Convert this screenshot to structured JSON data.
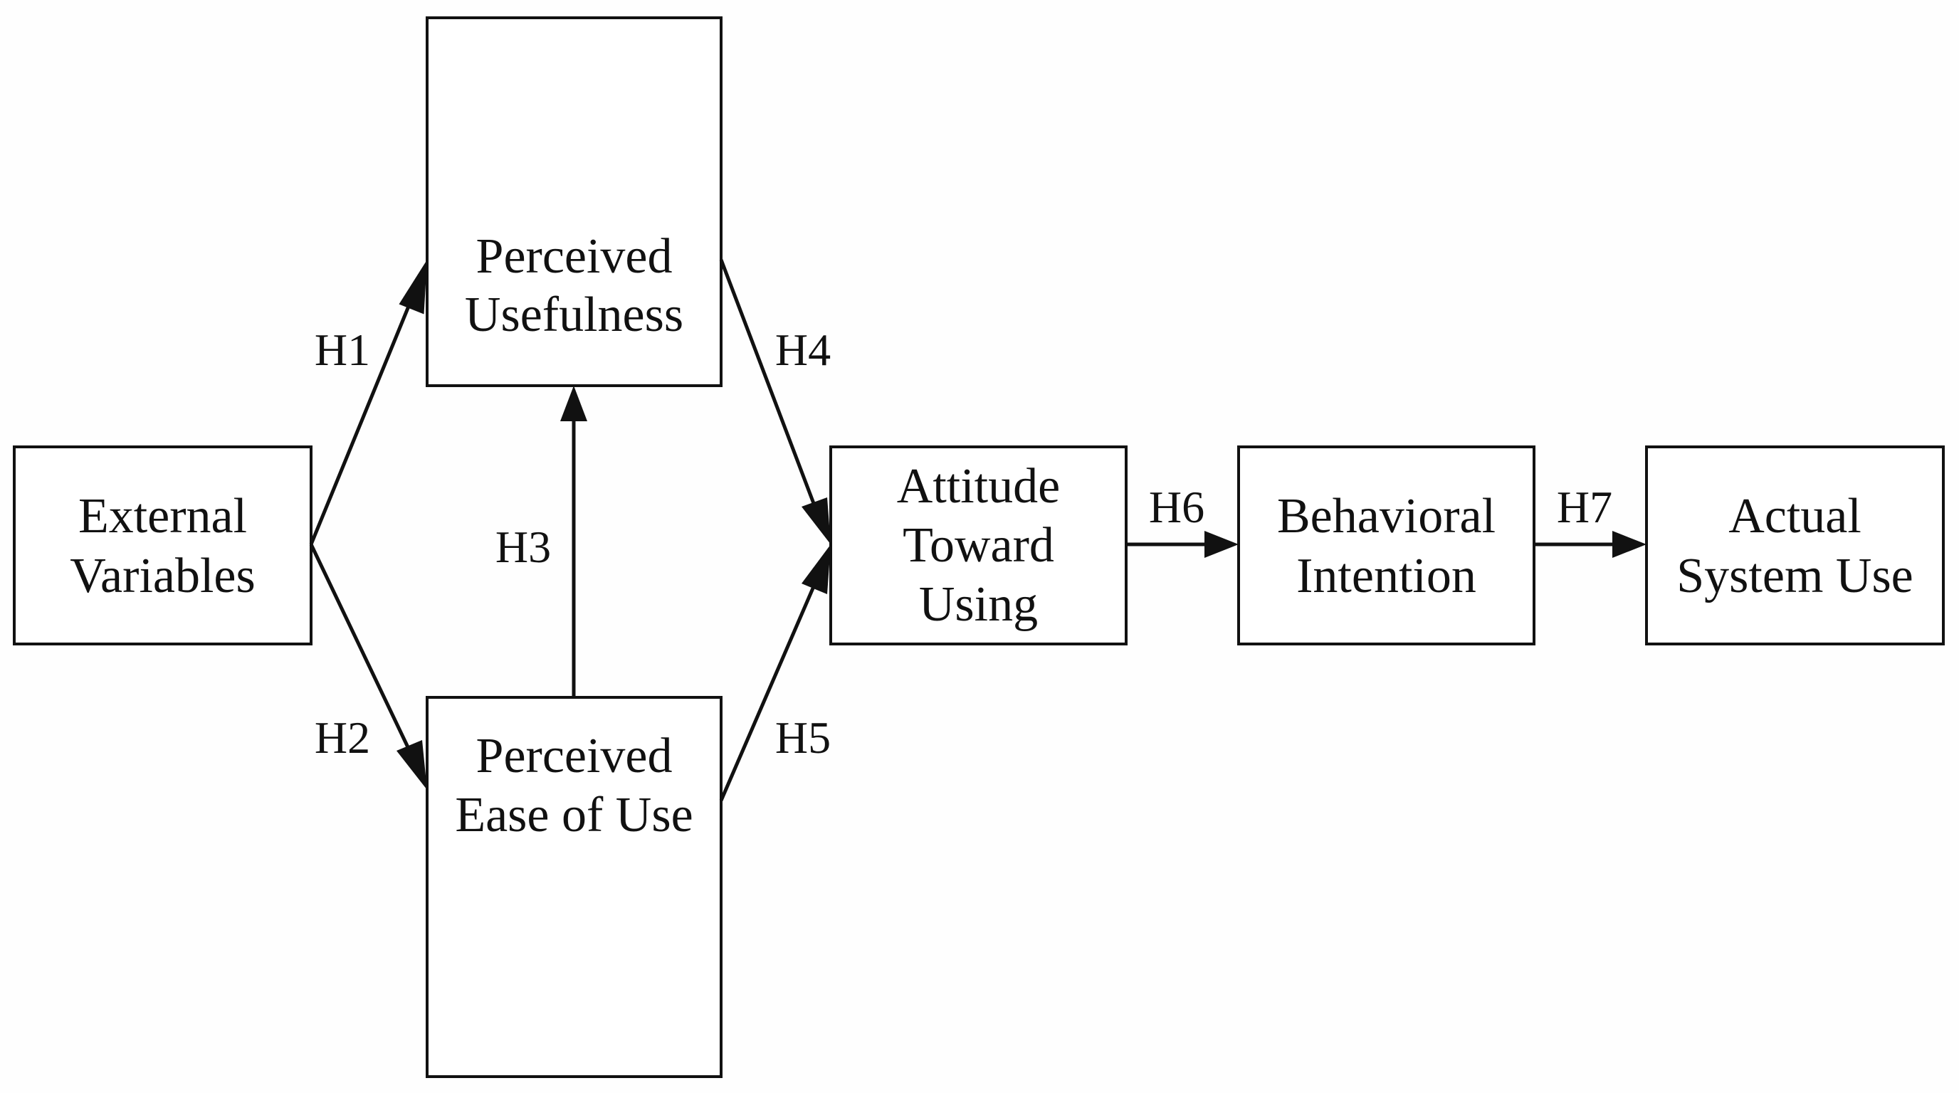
{
  "diagram": {
    "title": "",
    "nodes": {
      "external_variables": {
        "line1": "External",
        "line2": "Variables"
      },
      "perceived_usefulness": {
        "line1": "Perceived",
        "line2": "Usefulness"
      },
      "perceived_ease_of_use": {
        "line1": "Perceived",
        "line2": "Ease of Use"
      },
      "attitude_toward_using": {
        "line1": "Attitude",
        "line2": "Toward",
        "line3": "Using"
      },
      "behavioral_intention": {
        "line1": "Behavioral",
        "line2": "Intention"
      },
      "actual_system_use": {
        "line1": "Actual",
        "line2": "System Use"
      }
    },
    "edges": {
      "h1": {
        "label": "H1",
        "from": "External Variables",
        "to": "Perceived Usefulness"
      },
      "h2": {
        "label": "H2",
        "from": "External Variables",
        "to": "Perceived Ease of Use"
      },
      "h3": {
        "label": "H3",
        "from": "Perceived Ease of Use",
        "to": "Perceived Usefulness"
      },
      "h4": {
        "label": "H4",
        "from": "Perceived Usefulness",
        "to": "Attitude Toward Using"
      },
      "h5": {
        "label": "H5",
        "from": "Perceived Ease of Use",
        "to": "Attitude Toward Using"
      },
      "h6": {
        "label": "H6",
        "from": "Attitude Toward Using",
        "to": "Behavioral Intention"
      },
      "h7": {
        "label": "H7",
        "from": "Behavioral Intention",
        "to": "Actual System Use"
      }
    },
    "colors": {
      "stroke": "#111111",
      "background": "#ffffff"
    }
  }
}
